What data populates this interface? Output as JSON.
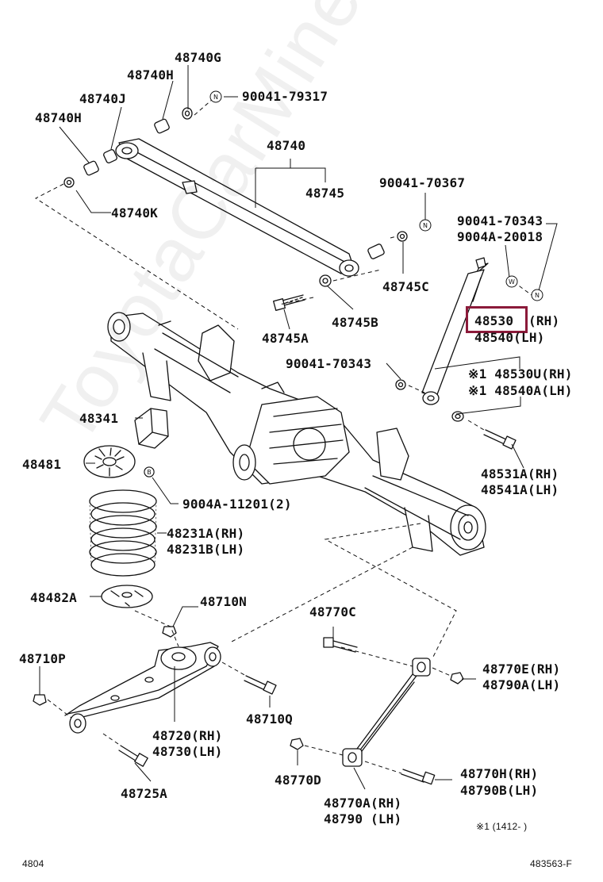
{
  "watermark": "ToyotaCarMine.ru",
  "labels": {
    "p48740G": "48740G",
    "p48740H_top": "48740H",
    "p48740J": "48740J",
    "p48740H_left": "48740H",
    "b90041_79317": "90041-79317",
    "p48740": "48740",
    "p48745": "48745",
    "p48740K": "48740K",
    "b90041_70367": "90041-70367",
    "b90041_70343_top": "90041-70343",
    "b9004A_20018": "9004A-20018",
    "p48745C": "48745C",
    "p48530": "48530",
    "p48530_rh": "(RH)",
    "p48540": "48540(LH)",
    "p48745B": "48745B",
    "p48745A": "48745A",
    "b90041_70343_mid": "90041-70343",
    "p48530U": "※1 48530U(RH)",
    "p48540A": "※1 48540A(LH)",
    "p48341": "48341",
    "p48481": "48481",
    "b9004A_11201": "9004A-11201(2)",
    "p48531A": "48531A(RH)",
    "p48541A": "48541A(LH)",
    "p48231A": "48231A(RH)",
    "p48231B": "48231B(LH)",
    "p48482A": "48482A",
    "p48710N": "48710N",
    "p48770C": "48770C",
    "p48710P": "48710P",
    "p48770E": "48770E(RH)",
    "p48790A": "48790A(LH)",
    "p48710Q": "48710Q",
    "p48720": "48720(RH)",
    "p48730": "48730(LH)",
    "p48770D": "48770D",
    "p48770H": "48770H(RH)",
    "p48790B": "48790B(LH)",
    "p48725A": "48725A",
    "p48770A": "48770A(RH)",
    "p48790": "48790  (LH)",
    "note": "※1 (1412-     )",
    "footer_left": "4804",
    "footer_right": "483563-F"
  },
  "callout_letters": {
    "n1": "N",
    "n2": "N",
    "n3": "N",
    "w1": "W",
    "b1": "B"
  },
  "highlight_color": "#8b1a3a"
}
